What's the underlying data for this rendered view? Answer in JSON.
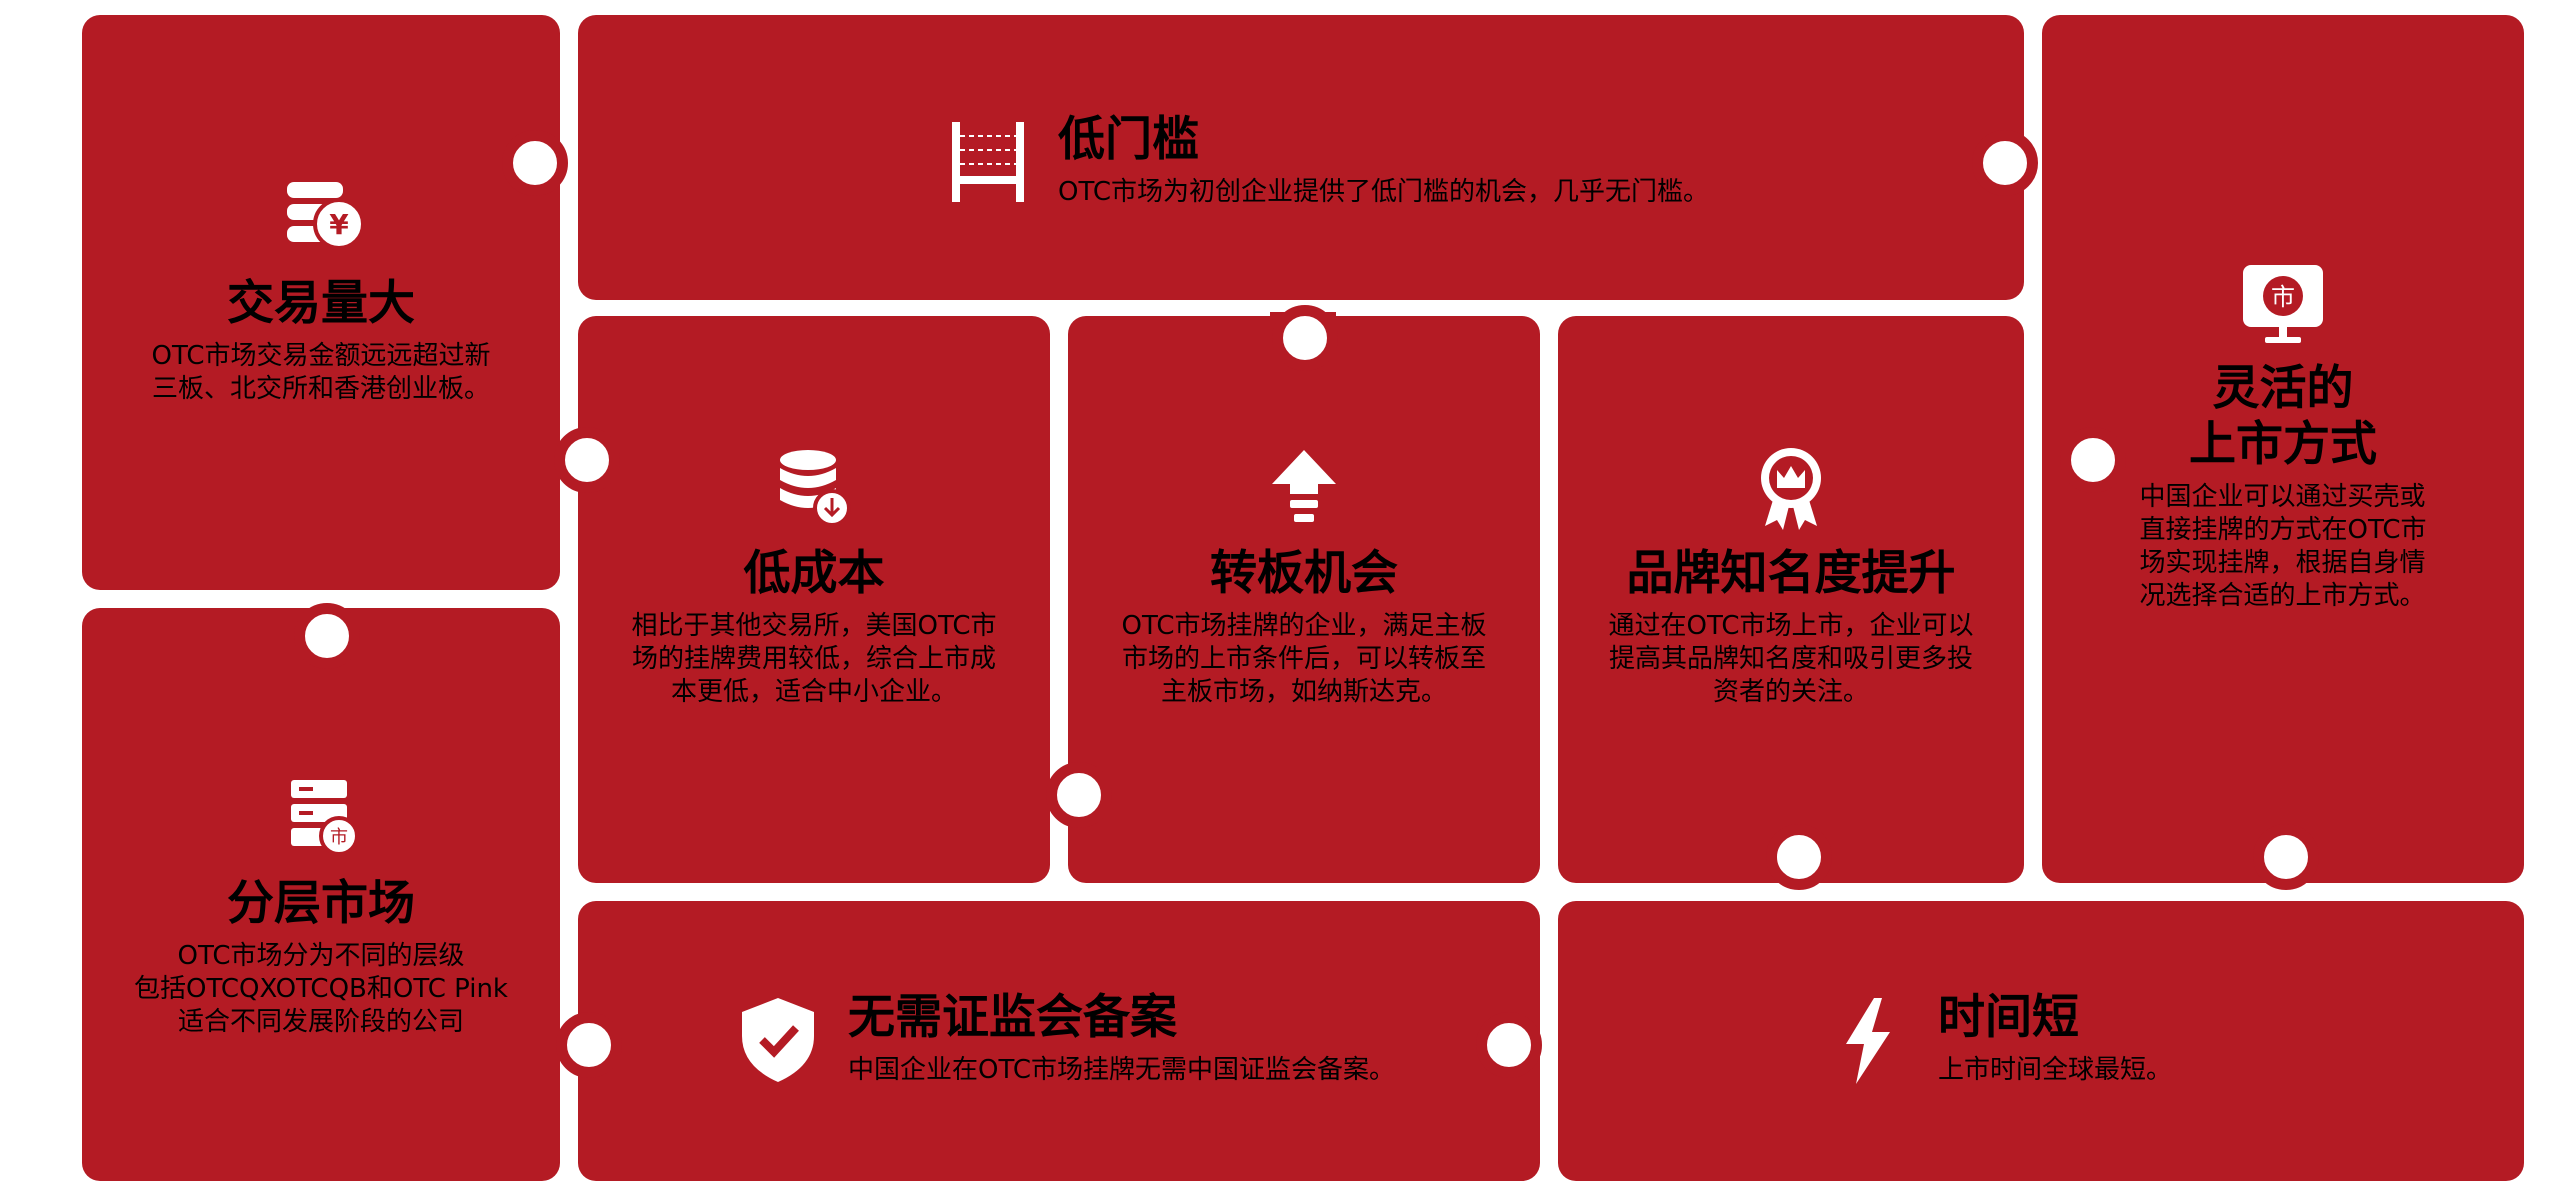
{
  "colors": {
    "tile": "#b41b24",
    "text": "#ffffff",
    "background": "#ffffff"
  },
  "features": {
    "volume": {
      "icon": "coins-yen-icon",
      "title": "交易量大",
      "lines": [
        "OTC市场交易金额远远超过新",
        "三板、北交所和香港创业板。"
      ]
    },
    "low_threshold": {
      "icon": "hurdle-icon",
      "title": "低门槛",
      "lines": [
        "OTC市场为初创企业提供了低门槛的机会，几乎无门槛。"
      ]
    },
    "flexible": {
      "icon": "market-monitor-icon",
      "title_lines": [
        "灵活的",
        "上市方式"
      ],
      "lines": [
        "中国企业可以通过买壳或",
        "直接挂牌的方式在OTC市",
        "场实现挂牌，根据自身情",
        "况选择合适的上市方式。"
      ]
    },
    "low_cost": {
      "icon": "database-download-icon",
      "title": "低成本",
      "lines": [
        "相比于其他交易所，美国OTC市",
        "场的挂牌费用较低，综合上市成",
        "本更低，适合中小企业。"
      ]
    },
    "transfer": {
      "icon": "upload-arrow-icon",
      "title": "转板机会",
      "lines": [
        "OTC市场挂牌的企业，满足主板",
        "市场的上市条件后，可以转板至",
        "主板市场，如纳斯达克。"
      ]
    },
    "brand": {
      "icon": "crown-badge-icon",
      "title": "品牌知名度提升",
      "lines": [
        "通过在OTC市场上市，企业可以",
        "提高其品牌知名度和吸引更多投",
        "资者的关注。"
      ]
    },
    "tiered": {
      "icon": "server-market-icon",
      "title": "分层市场",
      "lines": [
        "OTC市场分为不同的层级",
        "包括OTCQXOTCQB和OTC Pink",
        "适合不同发展阶段的公司"
      ]
    },
    "no_csrc": {
      "icon": "shield-check-icon",
      "title": "无需证监会备案",
      "lines": [
        "中国企业在OTC市场挂牌无需中国证监会备案。"
      ]
    },
    "short_time": {
      "icon": "lightning-icon",
      "title": "时间短",
      "lines": [
        "上市时间全球最短。"
      ]
    }
  }
}
